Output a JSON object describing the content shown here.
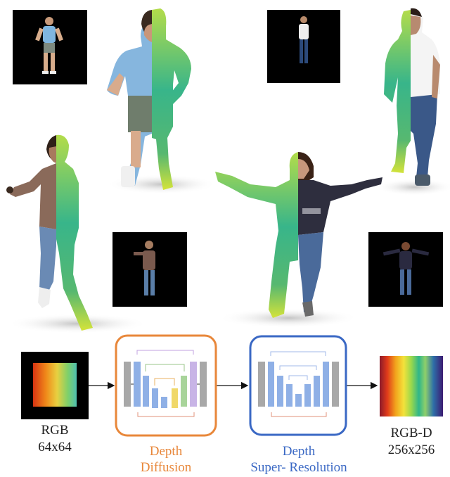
{
  "pipeline": {
    "rgb_input": {
      "name": "RGB",
      "size": "64x64"
    },
    "stage1": {
      "line1": "Depth",
      "line2": "Diffusion",
      "color": "#e8873a"
    },
    "stage2": {
      "line1": "Depth",
      "line2": "Super- Resolution",
      "color": "#3a68c4"
    },
    "rgbd_output": {
      "name": "RGB-D",
      "size": "256x256"
    }
  },
  "colors": {
    "depth_gradient": [
      "#3b1a72",
      "#2e6fa8",
      "#2fb68a",
      "#9ad84c",
      "#f3e23b"
    ]
  }
}
